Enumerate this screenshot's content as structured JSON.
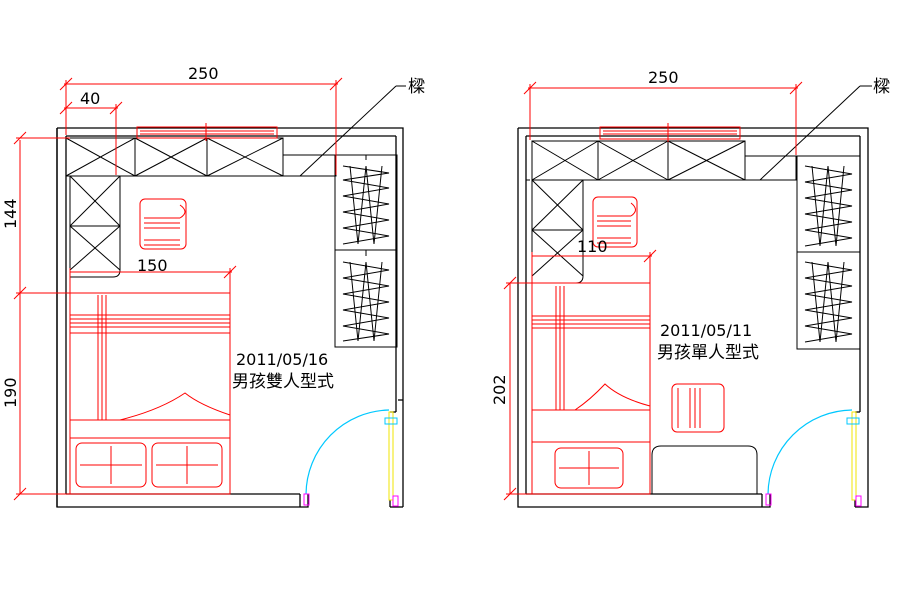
{
  "plans": [
    {
      "name": "boy-double-bed-plan",
      "dims": {
        "width": "250",
        "wardrobe": "40",
        "upper": "144",
        "bed_width": "150",
        "bed_length": "190"
      },
      "beam_label": "樑",
      "date": "2011/05/16",
      "caption": "男孩雙人型式"
    },
    {
      "name": "boy-single-bed-plan",
      "dims": {
        "width": "250",
        "bed_width": "110",
        "bed_length": "202"
      },
      "beam_label": "樑",
      "date": "2011/05/11",
      "caption": "男孩單人型式"
    }
  ],
  "colors": {
    "wall": "#000000",
    "furniture": "#ff0000",
    "door_swing": "#00c8ff",
    "door_frame": "#f2e600",
    "hinge": "#ff00ff"
  }
}
